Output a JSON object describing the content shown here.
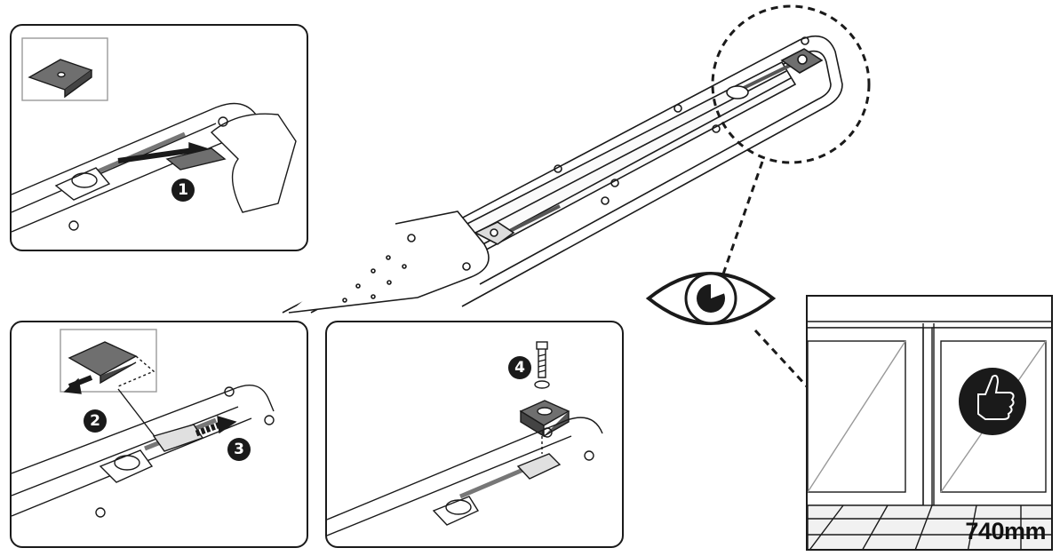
{
  "steps": {
    "step1": "1",
    "step2": "2",
    "step3": "3",
    "step4": "4"
  },
  "measurement": {
    "value": "740mm"
  },
  "icons": {
    "approval": "thumbs-up-icon",
    "view": "eye-icon",
    "fastener": "screw-icon"
  },
  "colors": {
    "line": "#1a1a1a",
    "part_fill": "#6f6f6f",
    "rail_fill": "#f2f2f2"
  }
}
